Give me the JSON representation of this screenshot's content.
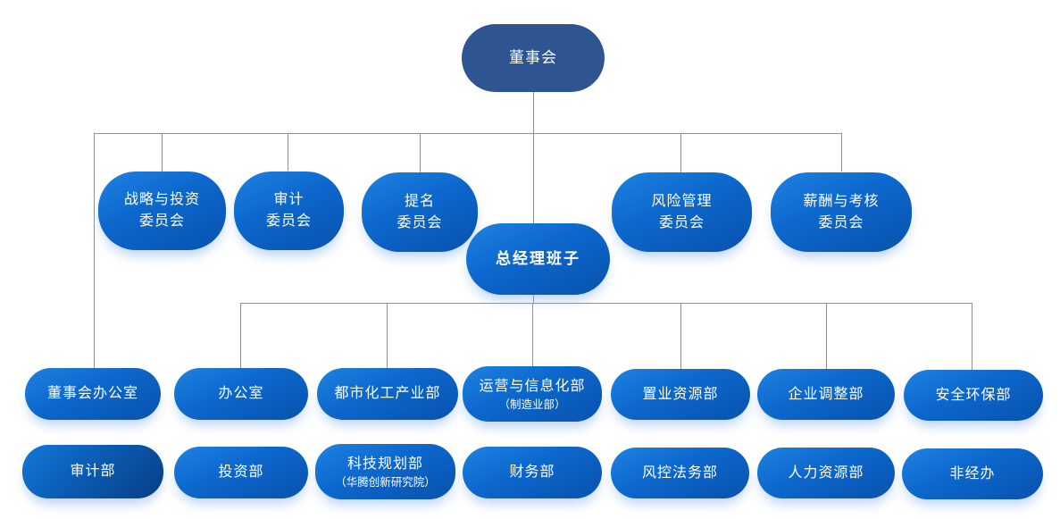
{
  "diagram_type": "org-chart",
  "colors": {
    "root_box": "#2e5492",
    "node_blue_light": "#1e82e2",
    "node_blue_dark": "#0a53ad",
    "audit_dark_end": "#083f85",
    "connector": "#8f8f8f",
    "text": "#ffffff"
  },
  "org": {
    "root": {
      "label": "董事会"
    },
    "committees": [
      {
        "line1": "战略与投资",
        "line2": "委员会"
      },
      {
        "line1": "审计",
        "line2": "委员会"
      },
      {
        "line1": "提名",
        "line2": "委员会"
      },
      {
        "line1": "风险管理",
        "line2": "委员会"
      },
      {
        "line1": "薪酬与考核",
        "line2": "委员会"
      }
    ],
    "gm": {
      "label": "总经理班子"
    },
    "row3": [
      {
        "label": "董事会办公室"
      },
      {
        "label": "办公室"
      },
      {
        "label": "都市化工产业部"
      },
      {
        "label": "运营与信息化部",
        "sub": "（制造业部）"
      },
      {
        "label": "置业资源部"
      },
      {
        "label": "企业调整部"
      },
      {
        "label": "安全环保部"
      }
    ],
    "row4": [
      {
        "label": "审计部"
      },
      {
        "label": "投资部"
      },
      {
        "label": "科技规划部",
        "sub": "（华腾创新研究院）"
      },
      {
        "label": "财务部"
      },
      {
        "label": "风控法务部"
      },
      {
        "label": "人力资源部"
      },
      {
        "label": "非经办"
      }
    ]
  }
}
